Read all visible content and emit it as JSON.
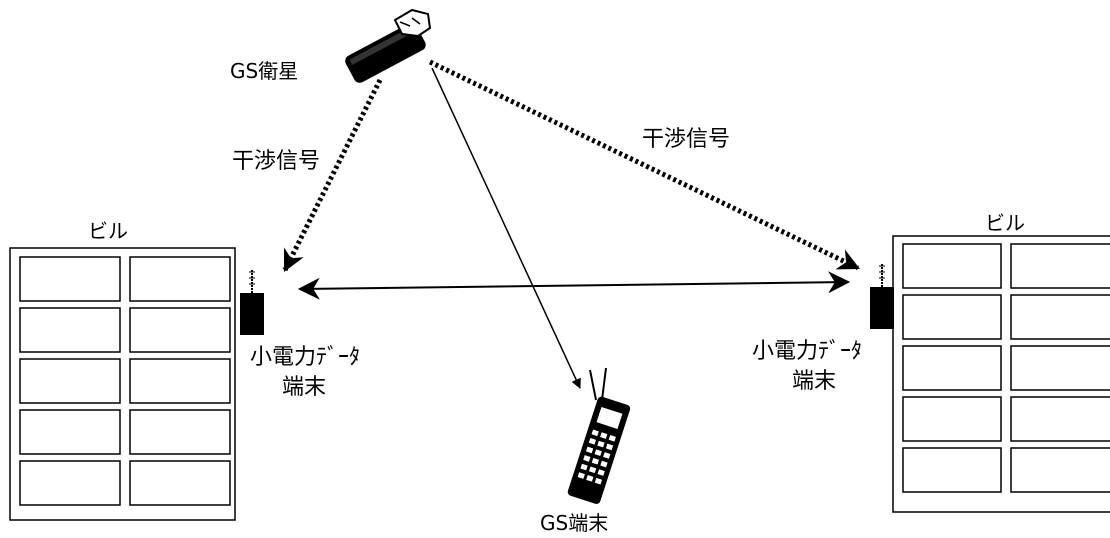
{
  "satellite": {
    "label": "GS衛星"
  },
  "interference_left": {
    "label": "干渉信号"
  },
  "interference_right": {
    "label": "干渉信号"
  },
  "building_left": {
    "label": "ビル"
  },
  "building_right": {
    "label": "ビル"
  },
  "terminal_left": {
    "line1": "小電力ﾃﾞｰﾀ",
    "line2": "端末"
  },
  "terminal_right": {
    "line1": "小電力ﾃﾞｰﾀ",
    "line2": "端末"
  },
  "gs_terminal": {
    "label": "GS端末"
  }
}
